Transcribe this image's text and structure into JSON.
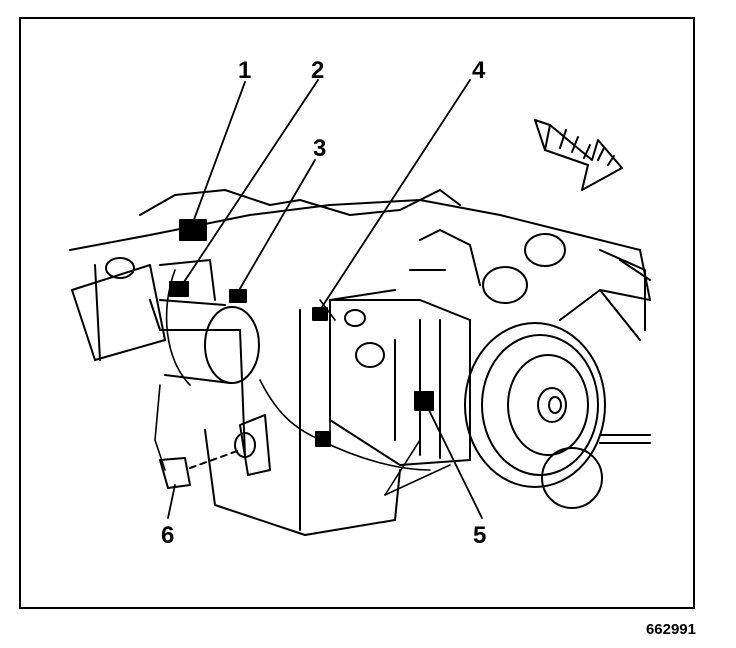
{
  "figure": {
    "number": "662991",
    "callouts": [
      "1",
      "2",
      "3",
      "4",
      "5",
      "6"
    ],
    "icons": {
      "direction_arrow": "front-direction-arrow-icon"
    }
  }
}
